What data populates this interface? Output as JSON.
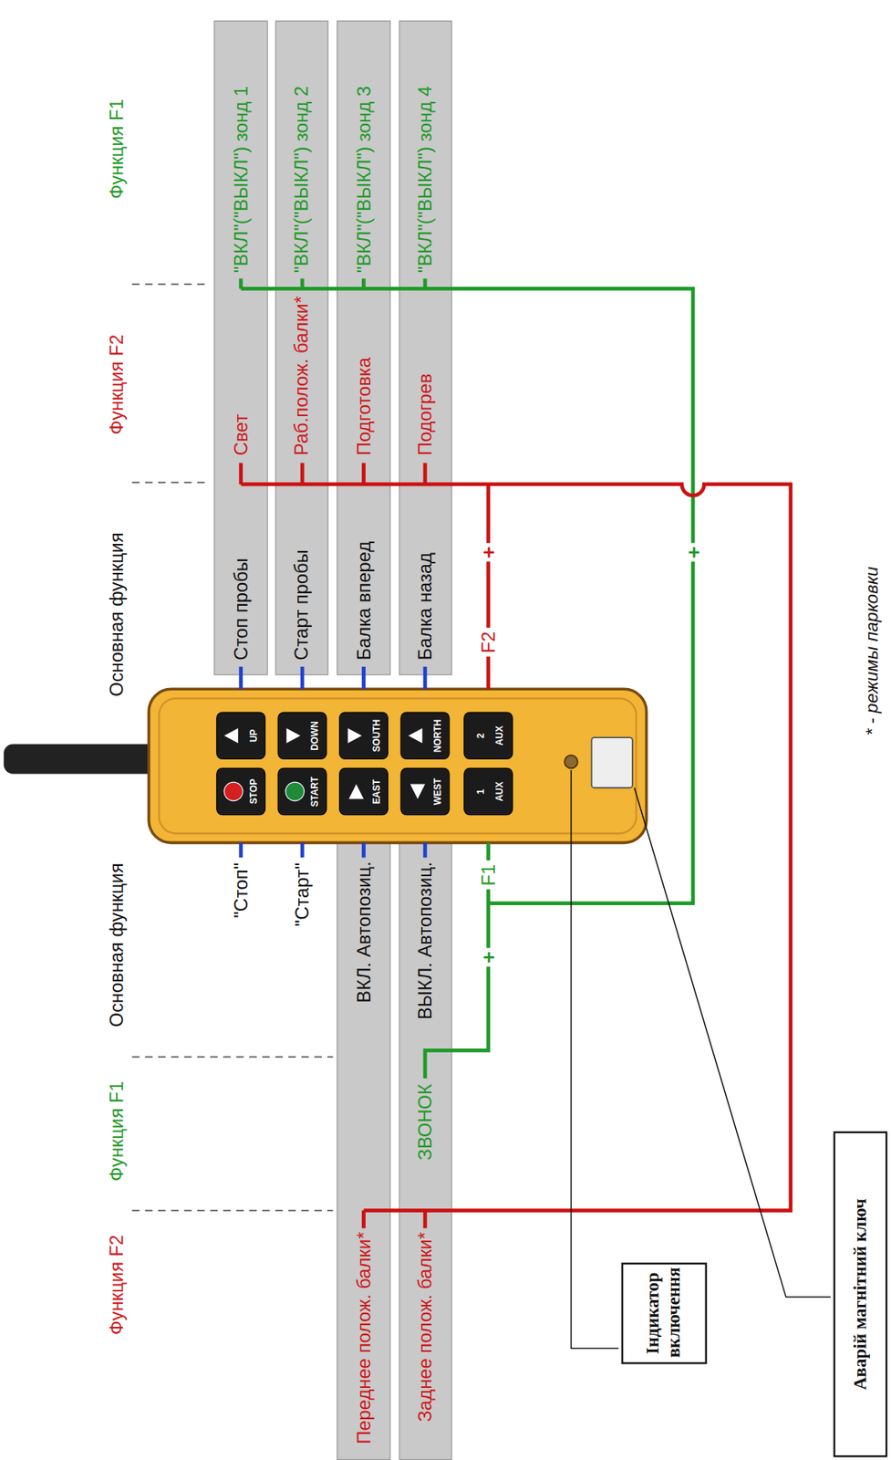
{
  "diagram": {
    "nodes": [
      {
        "text": [
          "Стоп пробы",
          "Свет",
          "\"ВКЛ\"(\"ВЫКЛ\") зонд 1"
        ]
      },
      {
        "text": [
          "Старт пробы",
          "Раб.полож. балки*",
          "\"ВКЛ\"(\"ВЫКЛ\") зонд 2"
        ]
      },
      {
        "text": [
          "Балка вперед",
          "Подготовка",
          "\"ВКЛ\"(\"ВЫКЛ\") зонд 3"
        ]
      },
      {
        "text": [
          "Балка назад",
          "Подогрев",
          "\"ВКЛ\"(\"ВЫКЛ\") зонд 4"
        ]
      },
      {
        "text": [
          "Переднее полож. балки*",
          "ВКЛ. Автопозиц."
        ]
      },
      {
        "text": [
          "Заднее полож. балки*",
          "ЗВОНОК",
          "ВЫКЛ. Автопозиц."
        ]
      },
      {
        "text": [
          "Індикатор включення"
        ]
      },
      {
        "text": [
          "Аварій магнітний ключ"
        ]
      }
    ],
    "labels": [
      "Основная функция",
      "Функция F2",
      "Функция F1",
      "Основная функция",
      "Функция F1",
      "Функция F2",
      "\"Стоп\"",
      "\"Старт\"",
      "F1",
      "F2",
      "+",
      "+",
      "+",
      "STOP",
      "UP",
      "START",
      "DOWN",
      "EAST",
      "SOUTH",
      "WEST",
      "NORTH",
      "1",
      "AUX",
      "2",
      "AUX",
      "* - режимы парковки"
    ]
  }
}
